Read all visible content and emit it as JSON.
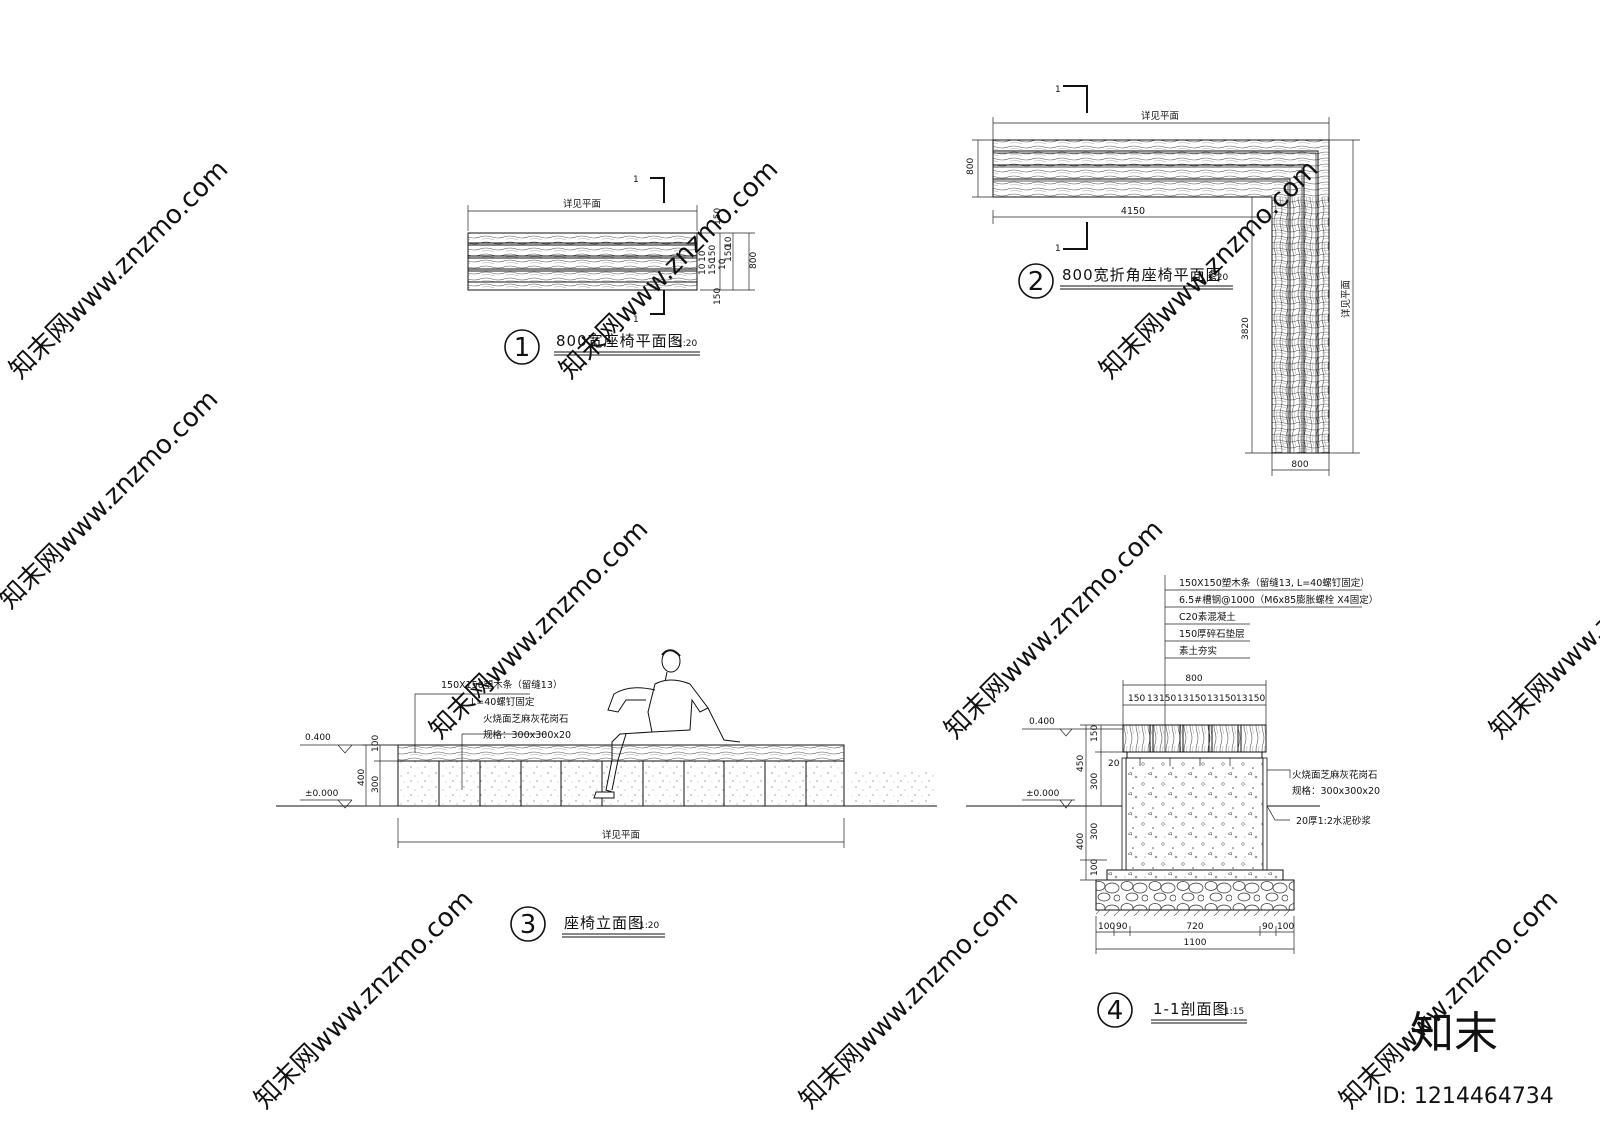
{
  "plan1": {
    "ref": "详见平面",
    "section_mark": "1",
    "dims": [
      "150",
      "10",
      "150",
      "10",
      "150",
      "10",
      "150",
      "10",
      "150"
    ],
    "total": "800",
    "num": "1",
    "title": "800宽座椅平面图",
    "scale": "1:20"
  },
  "plan2": {
    "ref_top": "详见平面",
    "ref_side": "详见平面",
    "section_mark": "1",
    "dim_width": "800",
    "dim_length": "4150",
    "dim_leg": "3820",
    "dim_bottom": "800",
    "num": "2",
    "title": "800宽折角座椅平面图",
    "scale": "1:20"
  },
  "elev3": {
    "note_1a": "150X150塑木条（留缝13）",
    "note_1b": "L=40螺钉固定",
    "note_2a": "火烧面芝麻灰花岗石",
    "note_2b": "规格：300x300x20",
    "level_top": "0.400",
    "level_ground": "±0.000",
    "dim_100": "100",
    "dim_300": "300",
    "dim_400": "400",
    "ref": "详见平面",
    "num": "3",
    "title": "座椅立面图",
    "scale": "1:20"
  },
  "sect4": {
    "layers": [
      "150X150塑木条（留缝13, L=40螺钉固定）",
      "6.5#槽钢@1000（M6x85膨胀螺栓 X4固定）",
      "C20素混凝土",
      "150厚碎石垫层",
      "素土夯实"
    ],
    "dim_top": "800",
    "dim_parts": [
      "150",
      "13",
      "150",
      "13",
      "150",
      "13",
      "150",
      "13",
      "150"
    ],
    "level_top": "0.400",
    "level_ground": "±0.000",
    "dim_150": "150",
    "dim_20": "20",
    "dim_450": "450",
    "dim_300a": "300",
    "dim_300b": "300",
    "dim_400": "400",
    "dim_100": "100",
    "note_granite_a": "火烧面芝麻灰花岗石",
    "note_granite_b": "规格：300x300x20",
    "note_mortar": "20厚1:2水泥砂浆",
    "dim_bottom_parts": [
      "100",
      "90",
      "720",
      "90",
      "100"
    ],
    "dim_bottom_total": "1100",
    "num": "4",
    "title": "1-1剖面图",
    "scale": "1:15"
  },
  "watermark": {
    "text": "知末网www.znzmo.com",
    "logo": "知末",
    "id": "ID: 1214464734"
  }
}
